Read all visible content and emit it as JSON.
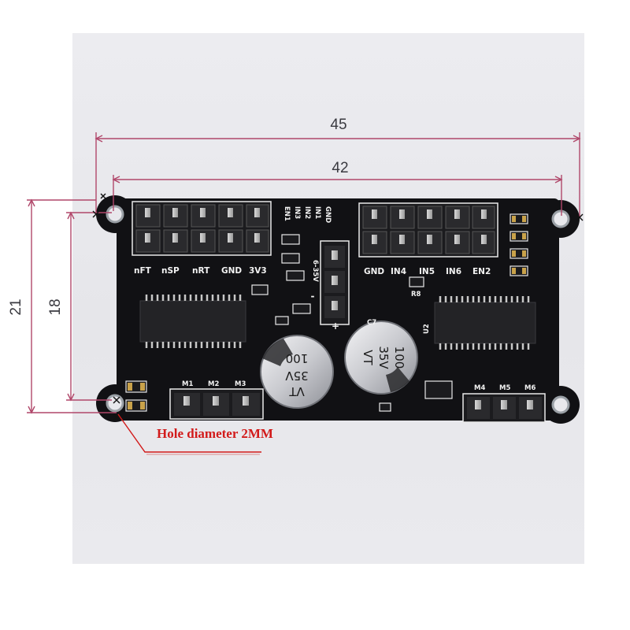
{
  "dimensions": {
    "outer_width": "45",
    "hole_spacing_horizontal": "42",
    "outer_height": "21",
    "hole_spacing_vertical": "18"
  },
  "note": "Hole diameter 2MM",
  "silkscreen": {
    "left_header_labels": [
      "nFT",
      "nSP",
      "nRT",
      "GND",
      "3V3"
    ],
    "middle_header_labels": [
      "EN1",
      "IN3",
      "IN2",
      "IN1",
      "GND"
    ],
    "right_header_labels": [
      "GND",
      "IN4",
      "IN5",
      "IN6",
      "EN2"
    ],
    "motor_left_labels": [
      "M1",
      "M2",
      "M3"
    ],
    "motor_right_labels": [
      "M4",
      "M5",
      "M6"
    ],
    "power_label": "6-35V",
    "ref_u2": "U2",
    "ref_r8": "R8",
    "ref_c7": "C7"
  },
  "capacitors": [
    {
      "value": "100",
      "voltage": "35V",
      "series": "VT"
    },
    {
      "value": "100",
      "voltage": "35V",
      "series": "VT"
    }
  ],
  "colors": {
    "pcb": "#111114",
    "dimension_line": "#b0476a",
    "note_text": "#d21a1a",
    "silkscreen": "#f2f2f2",
    "capacitor_body": "#cfd0d4"
  }
}
